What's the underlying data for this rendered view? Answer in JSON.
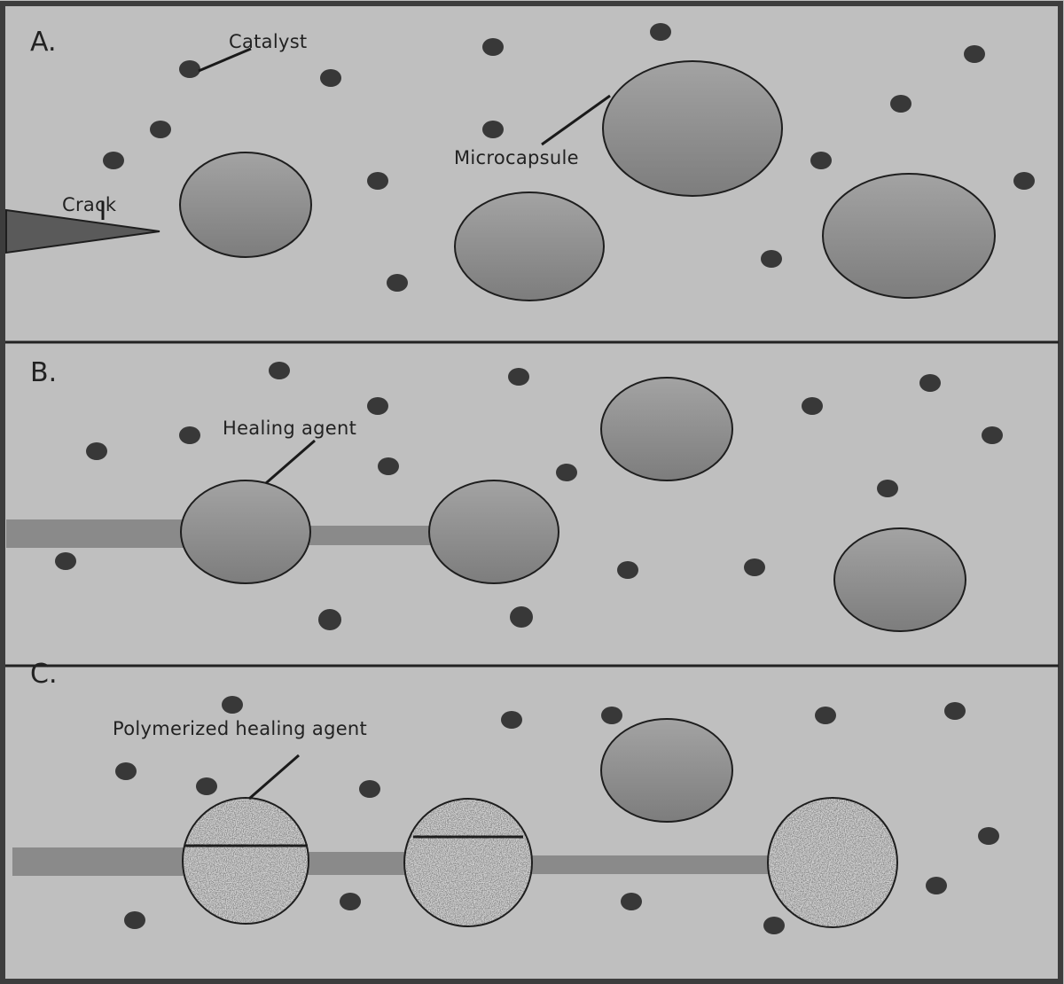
{
  "panels": [
    {
      "letter": "A.",
      "labels": {
        "catalyst": "Catalyst",
        "microcapsule": "Microcapsule",
        "crack": "Crack"
      }
    },
    {
      "letter": "B.",
      "labels": {
        "healing_agent": "Healing agent"
      }
    },
    {
      "letter": "C.",
      "labels": {
        "polymerized_healing_agent": "Polymerized healing agent"
      }
    }
  ],
  "colors": {
    "background": "#bfbfbf",
    "border": "#3d3d3d",
    "catalyst_dot": "#383838",
    "capsule_light": "#a3a3a3",
    "capsule_dark": "#7d7d7d",
    "crack_fill": "#8a8a8a",
    "crack_wedge": "#5a5a5a",
    "polymer_base": "#d2d2d2"
  }
}
